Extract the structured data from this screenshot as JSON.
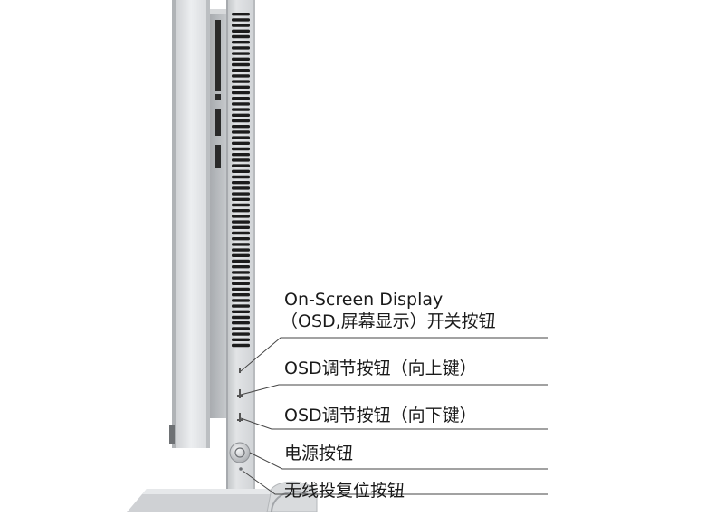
{
  "labels": {
    "osd_line1": "On-Screen Display",
    "osd_line2": "（OSD,屏幕显示）开关按钮",
    "up_key": "OSD调节按钮（向上键）",
    "down_key": "OSD调节按钮（向下键）",
    "power": "电源按钮",
    "wireless_reset": "无线投复位按钮"
  },
  "colors": {
    "panel_front": "#d6d8da",
    "panel_face": "#e4e6e8",
    "rear_housing": "#b9bcc0",
    "side_frame": "#d3d5d8",
    "vent": "#1c1c1c",
    "leader_line": "#444444",
    "stand": "#d0d2d4"
  },
  "icons": {
    "power": "power-button-icon",
    "reset": "reset-dot-icon"
  }
}
